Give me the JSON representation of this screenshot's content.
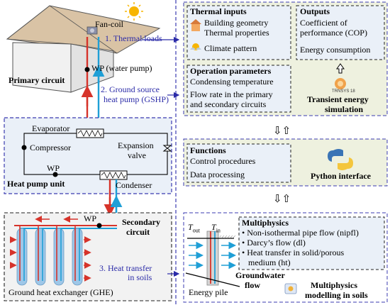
{
  "left": {
    "fan_coil": "Fan-coil",
    "thermal_loads": "1. Thermal loads",
    "wp_water_pump": "WP (water pump)",
    "primary_circuit": "Primary circuit",
    "gshp_line1": "2. Ground source",
    "gshp_line2": "heat pump (GSHP)",
    "evaporator": "Evaporator",
    "compressor": "Compressor",
    "expansion_line1": "Expansion",
    "expansion_line2": "valve",
    "wp": "WP",
    "heat_pump_unit": "Heat pump unit",
    "condenser": "Condenser",
    "wp2": "WP",
    "secondary_line1": "Secondary",
    "secondary_line2": "circuit",
    "heat_transfer_line1": "3. Heat transfer",
    "heat_transfer_line2": "in soils",
    "ghe": "Ground heat exchanger (GHE)"
  },
  "top_panel": {
    "thermal_inputs_title": "Thermal inputs",
    "building_line1": "Building geometry",
    "building_line2": "Thermal properties",
    "climate": "Climate pattern",
    "outputs_title": "Outputs",
    "cop_line1": "Coefficient of",
    "cop_line2": "performance (COP)",
    "energy": "Energy consumption",
    "operation_title": "Operation parameters",
    "condensing": "Condensing temperature",
    "flow_line1": "Flow rate in the primary",
    "flow_line2": "and secondary circuits",
    "trnsys_logo": "TRNSYS 18",
    "transient_line1": "Transient energy",
    "transient_line2": "simulation"
  },
  "middle_panel": {
    "functions_title": "Functions",
    "control": "Control procedures",
    "data": "Data processing",
    "python": "Python interface"
  },
  "bottom_panel": {
    "t_out": "T",
    "t_out_sub": "out",
    "t_in": "T",
    "t_in_sub": "in",
    "multiphysics_title": "Multiphysics",
    "bullet1": "Non-isothermal pipe flow (nipfl)",
    "bullet2": "Darcy’s flow (dl)",
    "bullet3_line1": "Heat transfer in solid/porous",
    "bullet3_line2": "medium (ht)",
    "groundwater_line1": "Groundwater",
    "groundwater_line2": "flow",
    "energy_pile": "Energy pile",
    "multiphysics_line1": "Multiphysics",
    "multiphysics_line2": "modelling in soils"
  },
  "arrows": {
    "between_1": "⇩⇧",
    "between_2": "⇩⇧"
  },
  "colors": {
    "panel_green": "#eef1df",
    "panel_blue": "#eaf0f8",
    "pipe_red": "#d6332a",
    "pipe_blue": "#1f9fd6",
    "dashed_blue": "#3b3bb0"
  }
}
